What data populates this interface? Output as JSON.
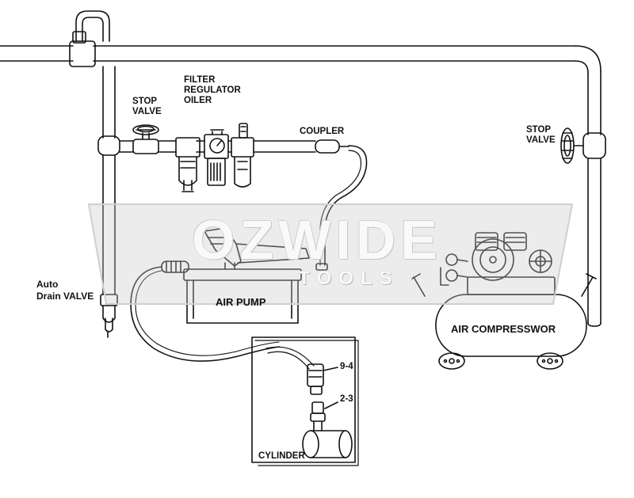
{
  "labels": {
    "filter_regulator_oiler": [
      "FILTER",
      "REGULATOR",
      "OILER"
    ],
    "stop_valve_left": [
      "STOP",
      "VALVE"
    ],
    "stop_valve_right": [
      "STOP",
      "VALVE"
    ],
    "coupler": "COUPLER",
    "auto_drain_valve": [
      "Auto",
      "Drain VALVE"
    ],
    "air_pump": "AIR PUMP",
    "air_compressor": "AIR COMPRESSWOR",
    "part_9_4": "9-4",
    "part_2_3": "2-3",
    "cylinder": "CYLINDER"
  },
  "watermark": {
    "brand": "OZWIDE",
    "sub": "TOOLS"
  },
  "icons": [
    "valve-handwheel-icon",
    "pressure-gauge-icon",
    "air-filter-icon",
    "foot-pedal-icon",
    "drain-valve-icon"
  ]
}
